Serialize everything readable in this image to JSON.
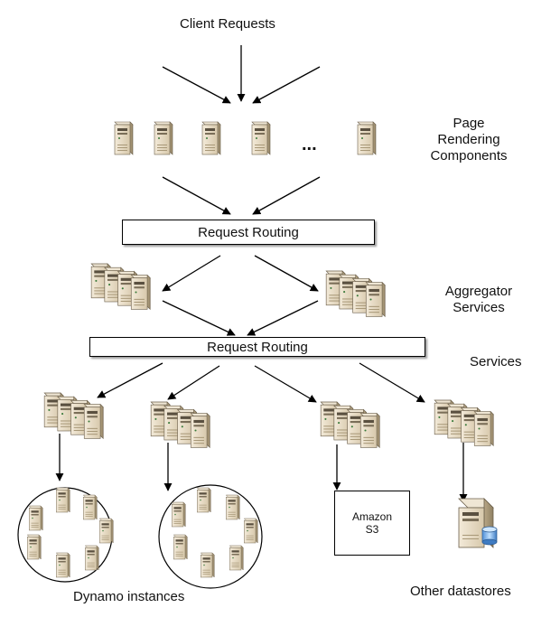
{
  "labels": {
    "client_requests": "Client Requests",
    "page_rendering": [
      "Page",
      "Rendering",
      "Components"
    ],
    "ellipsis": "...",
    "aggregator": [
      "Aggregator",
      "Services"
    ],
    "services": "Services",
    "dynamo_instances": "Dynamo instances",
    "other_datastores": "Other datastores"
  },
  "routing": {
    "upper": "Request Routing",
    "lower": "Request Routing"
  },
  "amazon_s3": [
    "Amazon",
    "S3"
  ]
}
